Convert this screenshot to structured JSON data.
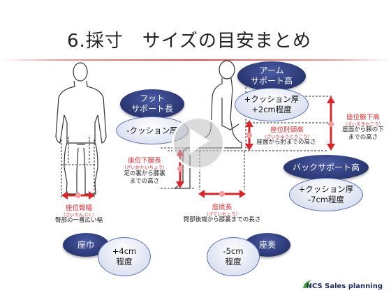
{
  "title": "6.採寸　サイズの目安まとめ",
  "labels": {
    "foot_support": "フット\nサポート長",
    "foot_value": "-クッション厚",
    "arm_support": "アーム\nサポート高",
    "arm_value": "+クッション厚\n+2cm程度",
    "back_support": "バックサポート高",
    "back_value": "+クッション厚\n-7cm程度",
    "seat_width": "座巾",
    "seat_width_value": "+4cm\n程度",
    "seat_depth": "座奥",
    "seat_depth_value": "-5cm\n程度"
  },
  "annotations": {
    "zai_kyofuku": {
      "title": "座位臀幅",
      "reading": "（ざいでんぷく）",
      "desc": "臀部の一番広い幅"
    },
    "zai_kataichou": {
      "title": "座位下腿長",
      "reading": "（ざいかたいちょう）",
      "desc": "足の裏から膝裏\nまでの高さ"
    },
    "zai_chuutoukou": {
      "title": "座位肘頭高",
      "reading": "（ざいちゅうとうこう）",
      "desc": "座面から肘までの高さ"
    },
    "zai_ekakou": {
      "title": "座位腋下高",
      "reading": "（ざいえきかこう）",
      "desc": "座面から腋の下\nまでの高さ"
    },
    "zateichou": {
      "title": "座底長",
      "reading": "（ざていちょう）",
      "desc": "臀部後端から膝裏までの長さ"
    }
  },
  "footer": "NCS Sales planning",
  "colors": {
    "accent": "#d9262b",
    "navy": "#27346e",
    "title_line": "#e64646"
  }
}
